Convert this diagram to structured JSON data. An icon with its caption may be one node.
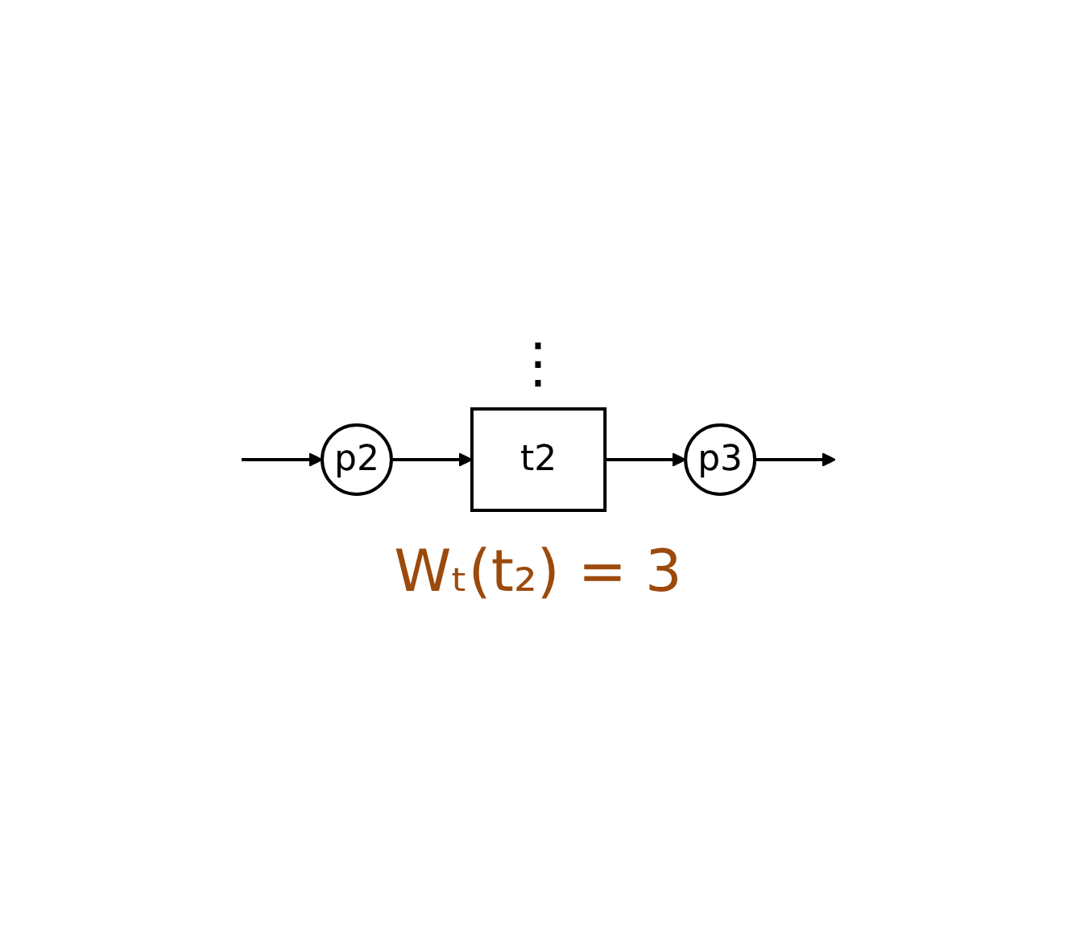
{
  "diagram": {
    "nodes": [
      {
        "text": [
          "p2"
        ]
      },
      {
        "text": [
          "t2"
        ]
      },
      {
        "text": [
          "p3"
        ]
      }
    ],
    "edges": [
      {
        "from": null,
        "to": 0,
        "arrow": "to"
      },
      {
        "from": 0,
        "to": 1,
        "arrow": "to"
      },
      {
        "from": 1,
        "to": 2,
        "arrow": "to"
      },
      {
        "from": 2,
        "to": null,
        "arrow": "to"
      }
    ],
    "labels": [
      "⋮",
      "Wₜ(t₂) = 3"
    ]
  }
}
